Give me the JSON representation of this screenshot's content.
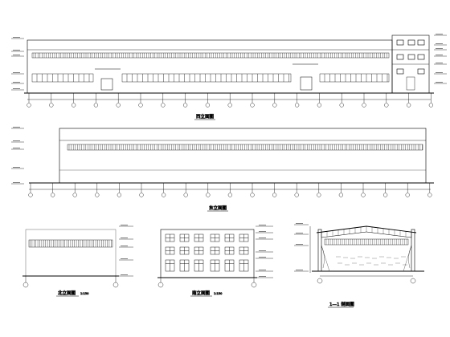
{
  "sheet": {
    "title_a": "西立面图",
    "title_b": "东立面图",
    "title_c": "北立面图",
    "title_c_scale": "1:150",
    "title_d": "南立面图",
    "title_d_scale": "1:150",
    "title_e": "1—1 剖面图"
  },
  "icons": [
    "column-grid-bubble",
    "level-mark"
  ]
}
